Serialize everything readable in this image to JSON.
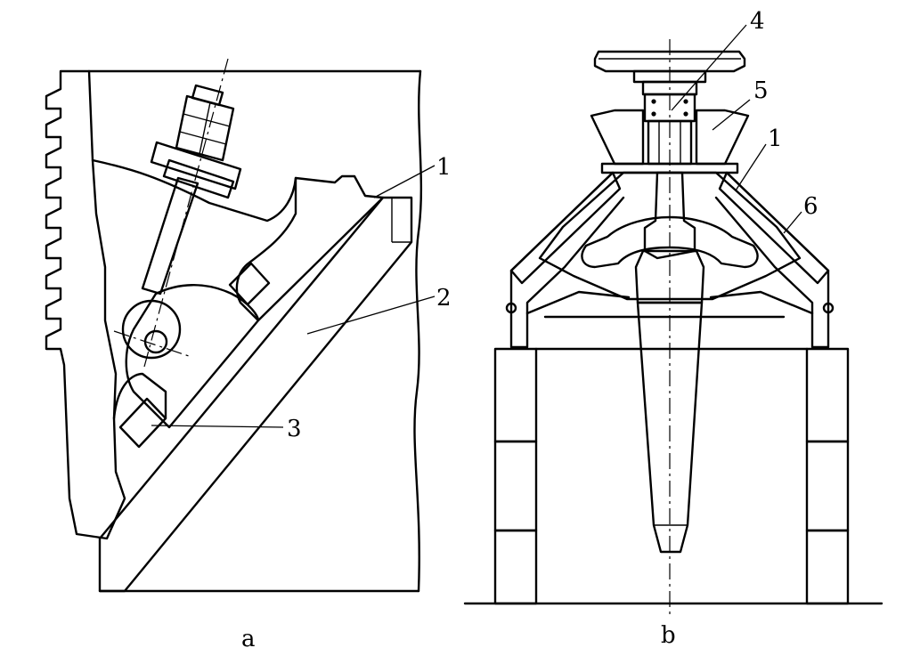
{
  "view_a": {
    "caption": "a",
    "callouts": [
      "1",
      "2",
      "3"
    ]
  },
  "view_b": {
    "caption": "b",
    "callouts": [
      "4",
      "5",
      "1",
      "6"
    ]
  },
  "colors": {
    "ink": "#000000",
    "paper": "#ffffff"
  }
}
